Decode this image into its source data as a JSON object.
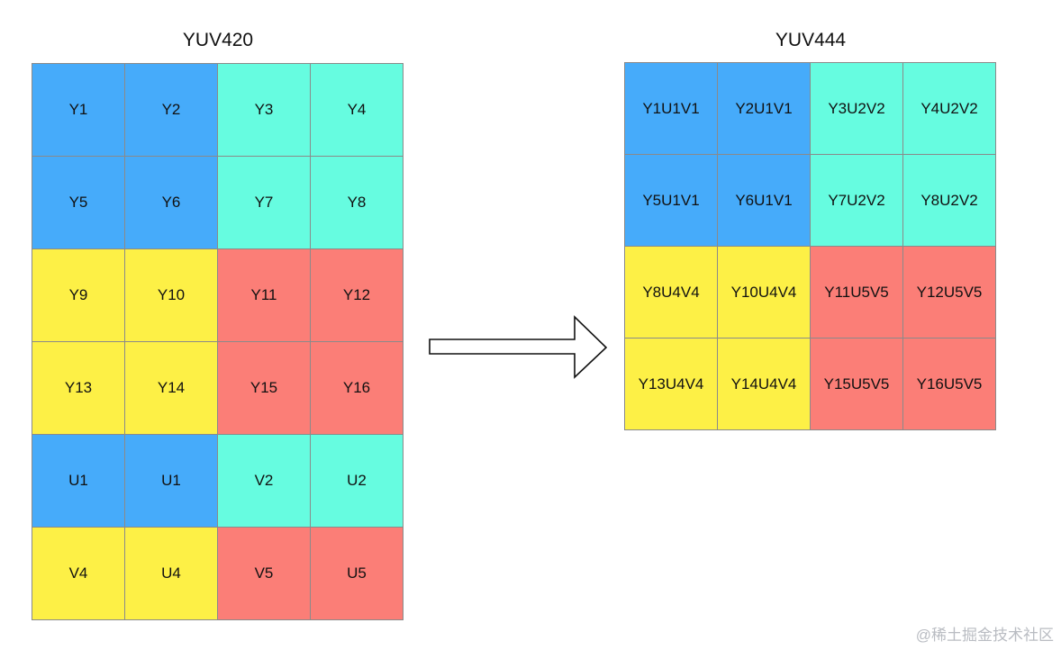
{
  "left": {
    "title": "YUV420",
    "cells": [
      {
        "label": "Y1",
        "color": "blue"
      },
      {
        "label": "Y2",
        "color": "blue"
      },
      {
        "label": "Y3",
        "color": "cyan"
      },
      {
        "label": "Y4",
        "color": "cyan"
      },
      {
        "label": "Y5",
        "color": "blue"
      },
      {
        "label": "Y6",
        "color": "blue"
      },
      {
        "label": "Y7",
        "color": "cyan"
      },
      {
        "label": "Y8",
        "color": "cyan"
      },
      {
        "label": "Y9",
        "color": "yellow"
      },
      {
        "label": "Y10",
        "color": "yellow"
      },
      {
        "label": "Y11",
        "color": "red"
      },
      {
        "label": "Y12",
        "color": "red"
      },
      {
        "label": "Y13",
        "color": "yellow"
      },
      {
        "label": "Y14",
        "color": "yellow"
      },
      {
        "label": "Y15",
        "color": "red"
      },
      {
        "label": "Y16",
        "color": "red"
      },
      {
        "label": "U1",
        "color": "blue"
      },
      {
        "label": "U1",
        "color": "blue"
      },
      {
        "label": "V2",
        "color": "cyan"
      },
      {
        "label": "U2",
        "color": "cyan"
      },
      {
        "label": "V4",
        "color": "yellow"
      },
      {
        "label": "U4",
        "color": "yellow"
      },
      {
        "label": "V5",
        "color": "red"
      },
      {
        "label": "U5",
        "color": "red"
      }
    ]
  },
  "right": {
    "title": "YUV444",
    "cells": [
      {
        "label": "Y1U1V1",
        "color": "blue"
      },
      {
        "label": "Y2U1V1",
        "color": "blue"
      },
      {
        "label": "Y3U2V2",
        "color": "cyan"
      },
      {
        "label": "Y4U2V2",
        "color": "cyan"
      },
      {
        "label": "Y5U1V1",
        "color": "blue"
      },
      {
        "label": "Y6U1V1",
        "color": "blue"
      },
      {
        "label": "Y7U2V2",
        "color": "cyan"
      },
      {
        "label": "Y8U2V2",
        "color": "cyan"
      },
      {
        "label": "Y8U4V4",
        "color": "yellow"
      },
      {
        "label": "Y10U4V4",
        "color": "yellow"
      },
      {
        "label": "Y11U5V5",
        "color": "red"
      },
      {
        "label": "Y12U5V5",
        "color": "red"
      },
      {
        "label": "Y13U4V4",
        "color": "yellow"
      },
      {
        "label": "Y14U4V4",
        "color": "yellow"
      },
      {
        "label": "Y15U5V5",
        "color": "red"
      },
      {
        "label": "Y16U5V5",
        "color": "red"
      }
    ]
  },
  "colors": {
    "blue": "#46abfa",
    "cyan": "#66fce0",
    "yellow": "#fdf046",
    "red": "#fb7e77"
  },
  "arrow": {
    "icon": "right-arrow-icon"
  },
  "watermark": "@稀土掘金技术社区"
}
